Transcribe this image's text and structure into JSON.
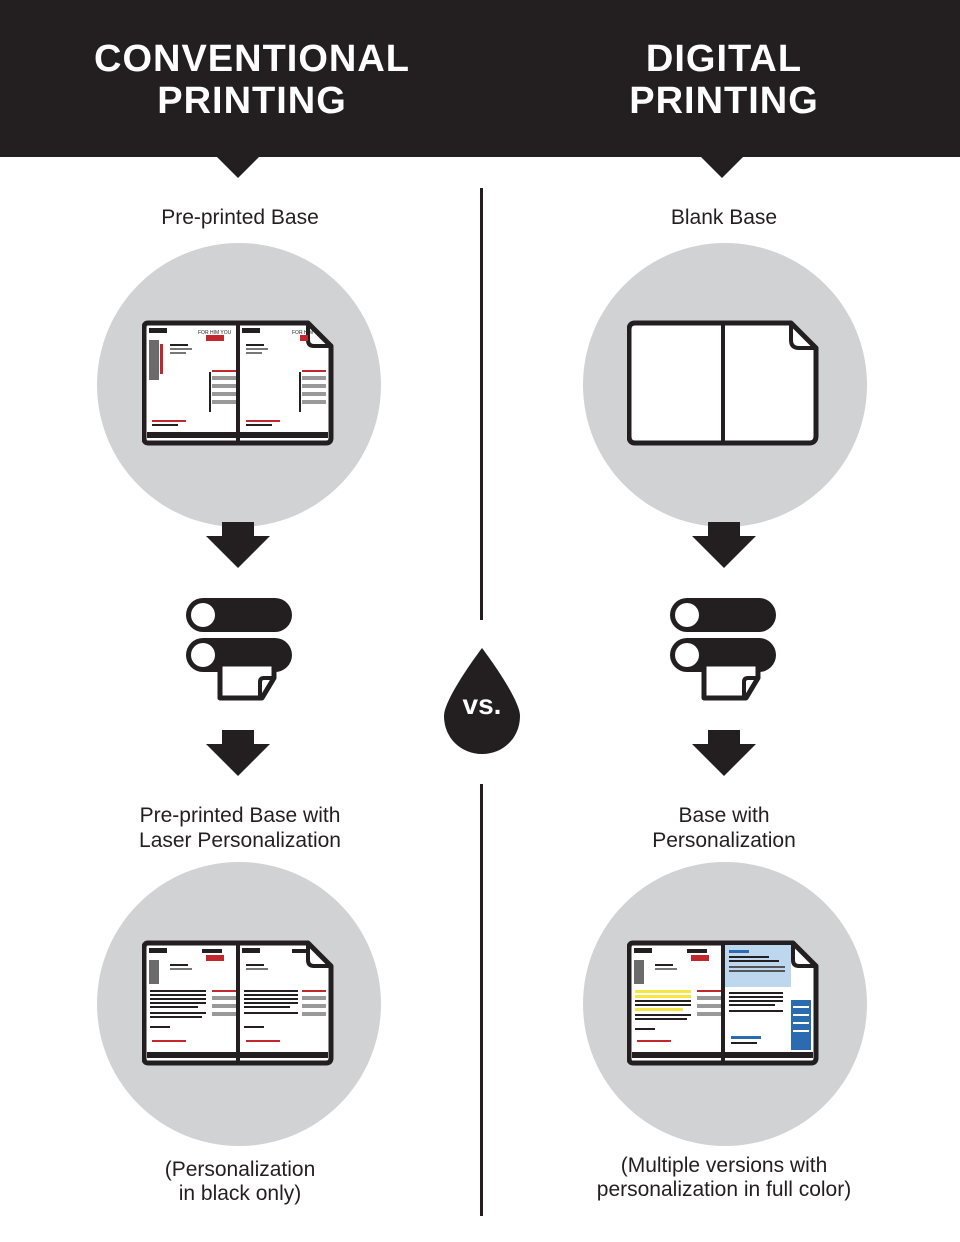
{
  "header": {
    "left_title": "CONVENTIONAL\nPRINTING",
    "right_title": "DIGITAL\nPRINTING"
  },
  "left": {
    "stage1_label": "Pre-printed Base",
    "stage2_label": "Pre-printed Base with\nLaser Personalization",
    "note": "(Personalization\nin black only)"
  },
  "right": {
    "stage1_label": "Blank Base",
    "stage2_label": "Base with\nPersonalization",
    "note": "(Multiple versions with\npersonalization in full color)"
  },
  "center": {
    "vs_label": "vs."
  },
  "icons": [
    "document-icon",
    "arrow-down-icon",
    "printer-rollers-icon",
    "ink-drop-icon"
  ],
  "colors": {
    "dark": "#231f20",
    "circle": "#d1d2d4",
    "accent_red": "#c1272d",
    "accent_blue": "#2b6cb0",
    "highlight_yellow": "#f5e642"
  }
}
